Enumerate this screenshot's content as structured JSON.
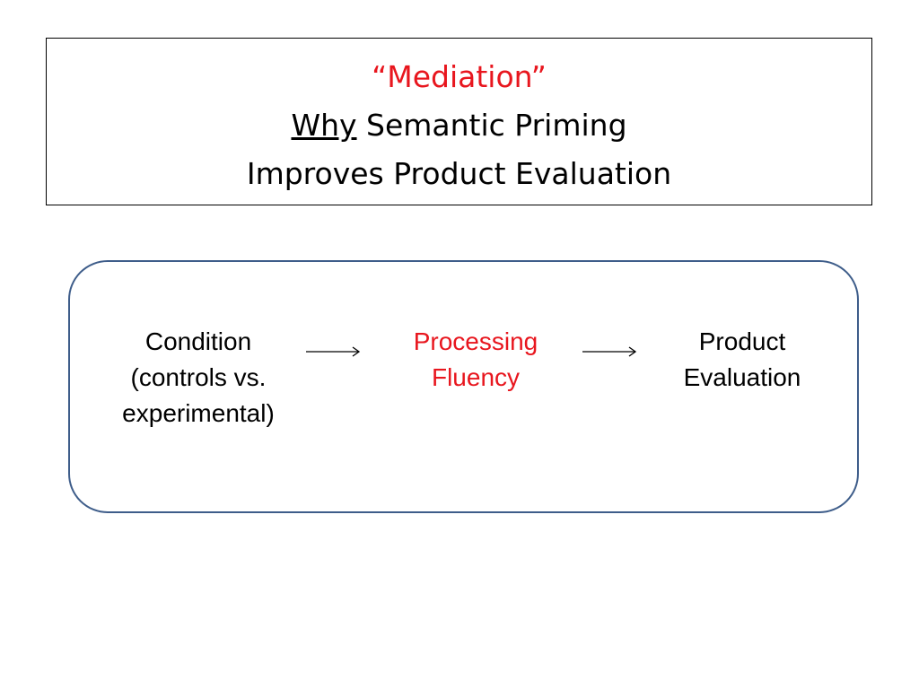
{
  "title": {
    "line1": "“Mediation”",
    "line2_emphasis": "Why",
    "line2_rest": " Semantic Priming",
    "line3": "Improves Product Evaluation"
  },
  "diagram": {
    "nodes": [
      {
        "lines": [
          "Condition",
          "(controls vs.",
          "experimental)"
        ]
      },
      {
        "lines": [
          "Processing",
          "Fluency"
        ]
      },
      {
        "lines": [
          "Product",
          "Evaluation"
        ]
      }
    ]
  },
  "colors": {
    "accent_red": "#e8161e",
    "frame_blue": "#3e5d8a",
    "text": "#000000"
  }
}
